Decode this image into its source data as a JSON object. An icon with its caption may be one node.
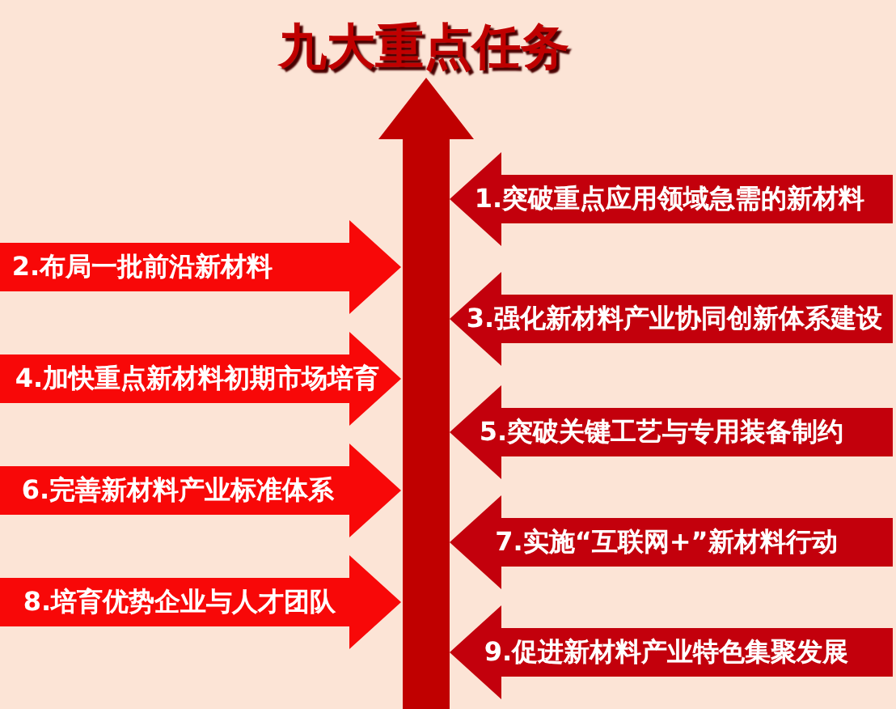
{
  "diagram": {
    "title": "九大重点任务",
    "nodes": [
      {
        "text": [],
        "shape": "arrow"
      },
      {
        "text": [
          "1.突破重点应用领域急需的新材料"
        ]
      },
      {
        "text": [
          "2.布局一批前沿新材料"
        ]
      },
      {
        "text": [
          "3.强化新材料产业协同创新体系建设"
        ]
      },
      {
        "text": [
          "4.加快重点新材料初期市场培育"
        ]
      },
      {
        "text": [
          "5.突破关键工艺与专用装备制约"
        ]
      },
      {
        "text": [
          "6.完善新材料产业标准体系"
        ]
      },
      {
        "text": [
          "7.实施“互联网+”新材料行动"
        ]
      },
      {
        "text": [
          "8.培育优势企业与人才团队"
        ]
      },
      {
        "text": [
          "9.促进新材料产业特色集聚发展"
        ]
      }
    ]
  }
}
